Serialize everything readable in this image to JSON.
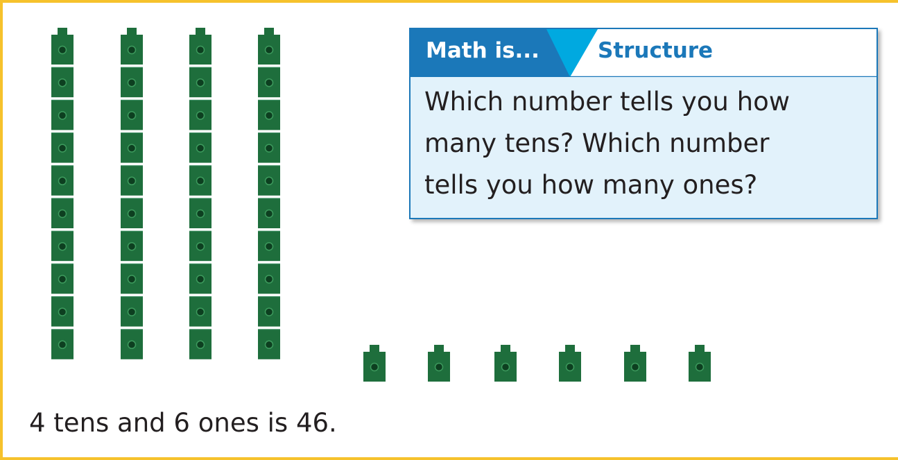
{
  "colors": {
    "frame_border": "#f6c22c",
    "cube_fill": "#1e6e3c",
    "cube_dot": "#0d3f20",
    "callout_blue": "#1b78b9",
    "callout_accent": "#00a9e0",
    "callout_bg": "#e2f2fb",
    "text": "#231f20"
  },
  "model": {
    "tens_rods": 4,
    "cubes_per_rod": 10,
    "ones_cubes": 6,
    "rod_icon": "connecting-cube-rod",
    "cube_icon": "connecting-cube"
  },
  "callout": {
    "label": "Math is...",
    "topic": "Structure",
    "lines": [
      "Which number tells you how",
      "many tens? Which number",
      "tells you how many ones?"
    ]
  },
  "caption": "4 tens and 6 ones is 46."
}
